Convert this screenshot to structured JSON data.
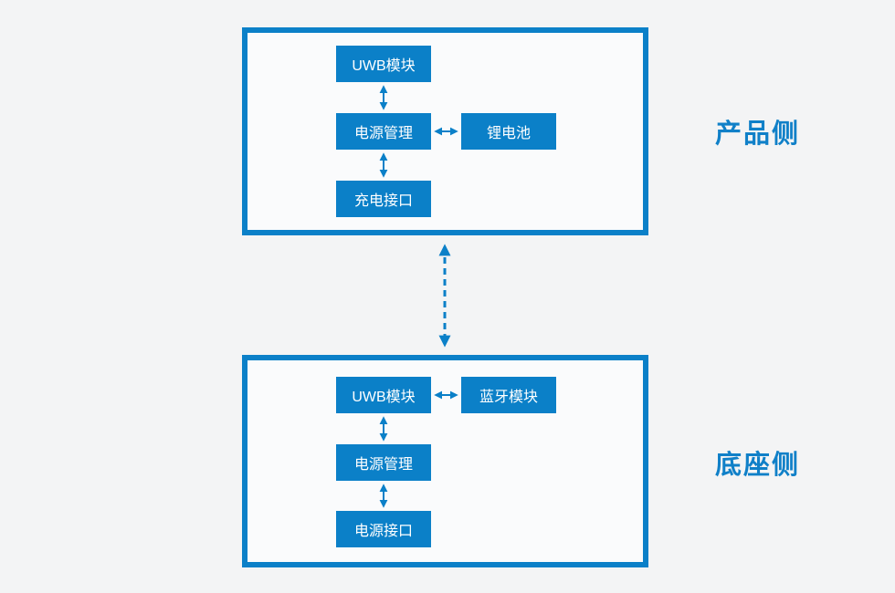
{
  "colors": {
    "primary": "#0b80c8",
    "box_text": "#ffffff",
    "page_bg": "#f3f4f5",
    "panel_bg": "#fafbfc"
  },
  "product_panel": {
    "side_label": "产品侧",
    "modules": {
      "uwb": "UWB模块",
      "power_mgmt": "电源管理",
      "battery": "锂电池",
      "charge_port": "充电接口"
    }
  },
  "base_panel": {
    "side_label": "底座侧",
    "modules": {
      "uwb": "UWB模块",
      "bluetooth": "蓝牙模块",
      "power_mgmt": "电源管理",
      "power_port": "电源接口"
    }
  },
  "connections": [
    {
      "from": "产品侧 UWB模块",
      "to": "产品侧 电源管理",
      "style": "solid-double-arrow"
    },
    {
      "from": "产品侧 电源管理",
      "to": "产品侧 锂电池",
      "style": "solid-double-arrow"
    },
    {
      "from": "产品侧 电源管理",
      "to": "产品侧 充电接口",
      "style": "solid-double-arrow"
    },
    {
      "from": "产品侧",
      "to": "底座侧",
      "style": "dashed-double-arrow"
    },
    {
      "from": "底座侧 UWB模块",
      "to": "底座侧 蓝牙模块",
      "style": "solid-double-arrow"
    },
    {
      "from": "底座侧 UWB模块",
      "to": "底座侧 电源管理",
      "style": "solid-double-arrow"
    },
    {
      "from": "底座侧 电源管理",
      "to": "底座侧 电源接口",
      "style": "solid-double-arrow"
    }
  ]
}
